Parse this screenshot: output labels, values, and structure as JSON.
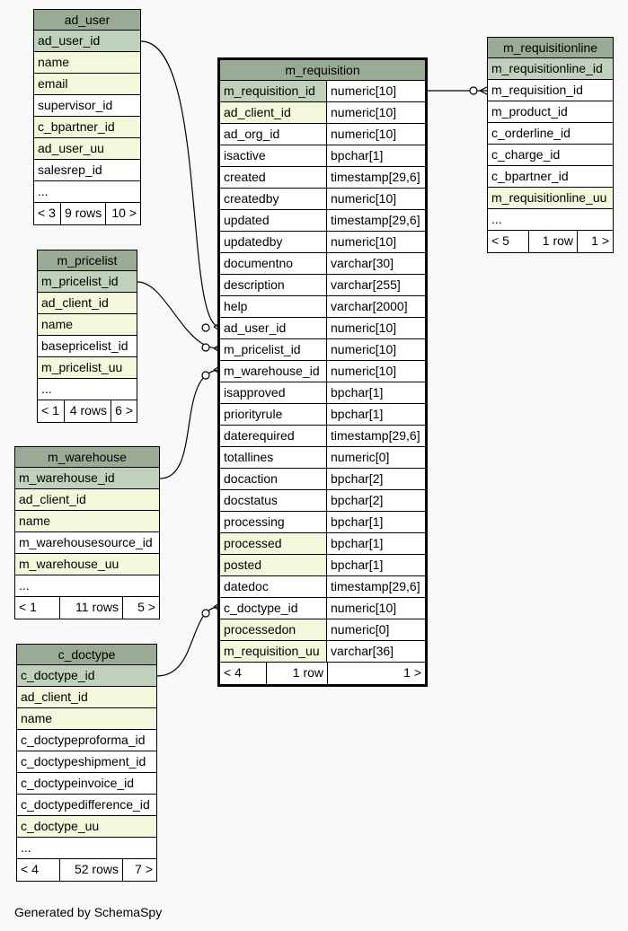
{
  "tables": {
    "ad_user": {
      "title": "ad_user",
      "columns": [
        {
          "name": "ad_user_id",
          "kind": "pk"
        },
        {
          "name": "name",
          "kind": "fk"
        },
        {
          "name": "email",
          "kind": "fk"
        },
        {
          "name": "supervisor_id",
          "kind": "plain"
        },
        {
          "name": "c_bpartner_id",
          "kind": "fk"
        },
        {
          "name": "ad_user_uu",
          "kind": "fk"
        },
        {
          "name": "salesrep_id",
          "kind": "plain"
        },
        {
          "name": "...",
          "kind": "plain"
        }
      ],
      "footer": [
        "< 3",
        "9 rows",
        "10 >"
      ]
    },
    "m_pricelist": {
      "title": "m_pricelist",
      "columns": [
        {
          "name": "m_pricelist_id",
          "kind": "pk"
        },
        {
          "name": "ad_client_id",
          "kind": "fk"
        },
        {
          "name": "name",
          "kind": "fk"
        },
        {
          "name": "basepricelist_id",
          "kind": "plain"
        },
        {
          "name": "m_pricelist_uu",
          "kind": "fk"
        },
        {
          "name": "...",
          "kind": "plain"
        }
      ],
      "footer": [
        "< 1",
        "4 rows",
        "6 >"
      ]
    },
    "m_warehouse": {
      "title": "m_warehouse",
      "columns": [
        {
          "name": "m_warehouse_id",
          "kind": "pk"
        },
        {
          "name": "ad_client_id",
          "kind": "fk"
        },
        {
          "name": "name",
          "kind": "fk"
        },
        {
          "name": "m_warehousesource_id",
          "kind": "plain"
        },
        {
          "name": "m_warehouse_uu",
          "kind": "fk"
        },
        {
          "name": "...",
          "kind": "plain"
        }
      ],
      "footer": [
        "< 1",
        "11 rows",
        "5 >"
      ]
    },
    "c_doctype": {
      "title": "c_doctype",
      "columns": [
        {
          "name": "c_doctype_id",
          "kind": "pk"
        },
        {
          "name": "ad_client_id",
          "kind": "fk"
        },
        {
          "name": "name",
          "kind": "fk"
        },
        {
          "name": "c_doctypeproforma_id",
          "kind": "plain"
        },
        {
          "name": "c_doctypeshipment_id",
          "kind": "plain"
        },
        {
          "name": "c_doctypeinvoice_id",
          "kind": "plain"
        },
        {
          "name": "c_doctypedifference_id",
          "kind": "plain"
        },
        {
          "name": "c_doctype_uu",
          "kind": "fk"
        },
        {
          "name": "...",
          "kind": "plain"
        }
      ],
      "footer": [
        "< 4",
        "52 rows",
        "7 >"
      ]
    },
    "m_requisition": {
      "title": "m_requisition",
      "columns": [
        {
          "name": "m_requisition_id",
          "type": "numeric[10]",
          "kind": "pk"
        },
        {
          "name": "ad_client_id",
          "type": "numeric[10]",
          "kind": "fk"
        },
        {
          "name": "ad_org_id",
          "type": "numeric[10]",
          "kind": "plain"
        },
        {
          "name": "isactive",
          "type": "bpchar[1]",
          "kind": "plain"
        },
        {
          "name": "created",
          "type": "timestamp[29,6]",
          "kind": "plain"
        },
        {
          "name": "createdby",
          "type": "numeric[10]",
          "kind": "plain"
        },
        {
          "name": "updated",
          "type": "timestamp[29,6]",
          "kind": "plain"
        },
        {
          "name": "updatedby",
          "type": "numeric[10]",
          "kind": "plain"
        },
        {
          "name": "documentno",
          "type": "varchar[30]",
          "kind": "plain"
        },
        {
          "name": "description",
          "type": "varchar[255]",
          "kind": "plain"
        },
        {
          "name": "help",
          "type": "varchar[2000]",
          "kind": "plain"
        },
        {
          "name": "ad_user_id",
          "type": "numeric[10]",
          "kind": "plain"
        },
        {
          "name": "m_pricelist_id",
          "type": "numeric[10]",
          "kind": "plain"
        },
        {
          "name": "m_warehouse_id",
          "type": "numeric[10]",
          "kind": "plain"
        },
        {
          "name": "isapproved",
          "type": "bpchar[1]",
          "kind": "plain"
        },
        {
          "name": "priorityrule",
          "type": "bpchar[1]",
          "kind": "plain"
        },
        {
          "name": "daterequired",
          "type": "timestamp[29,6]",
          "kind": "plain"
        },
        {
          "name": "totallines",
          "type": "numeric[0]",
          "kind": "plain"
        },
        {
          "name": "docaction",
          "type": "bpchar[2]",
          "kind": "plain"
        },
        {
          "name": "docstatus",
          "type": "bpchar[2]",
          "kind": "plain"
        },
        {
          "name": "processing",
          "type": "bpchar[1]",
          "kind": "plain"
        },
        {
          "name": "processed",
          "type": "bpchar[1]",
          "kind": "fk"
        },
        {
          "name": "posted",
          "type": "bpchar[1]",
          "kind": "fk"
        },
        {
          "name": "datedoc",
          "type": "timestamp[29,6]",
          "kind": "plain"
        },
        {
          "name": "c_doctype_id",
          "type": "numeric[10]",
          "kind": "plain"
        },
        {
          "name": "processedon",
          "type": "numeric[0]",
          "kind": "fk"
        },
        {
          "name": "m_requisition_uu",
          "type": "varchar[36]",
          "kind": "fk"
        }
      ],
      "footer": [
        "< 4",
        "1 row",
        "1 >"
      ]
    },
    "m_requisitionline": {
      "title": "m_requisitionline",
      "columns": [
        {
          "name": "m_requisitionline_id",
          "kind": "pk"
        },
        {
          "name": "m_requisition_id",
          "kind": "plain"
        },
        {
          "name": "m_product_id",
          "kind": "plain"
        },
        {
          "name": "c_orderline_id",
          "kind": "plain"
        },
        {
          "name": "c_charge_id",
          "kind": "plain"
        },
        {
          "name": "c_bpartner_id",
          "kind": "plain"
        },
        {
          "name": "m_requisitionline_uu",
          "kind": "fk"
        },
        {
          "name": "...",
          "kind": "plain"
        }
      ],
      "footer": [
        "< 5",
        "1 row",
        "1 >"
      ]
    }
  },
  "credit": "Generated by SchemaSpy",
  "colors": {
    "header": "#9aab95",
    "primary_key": "#bfd1bb",
    "foreign_key": "#f4f7dc",
    "background": "#f9f9f9"
  }
}
